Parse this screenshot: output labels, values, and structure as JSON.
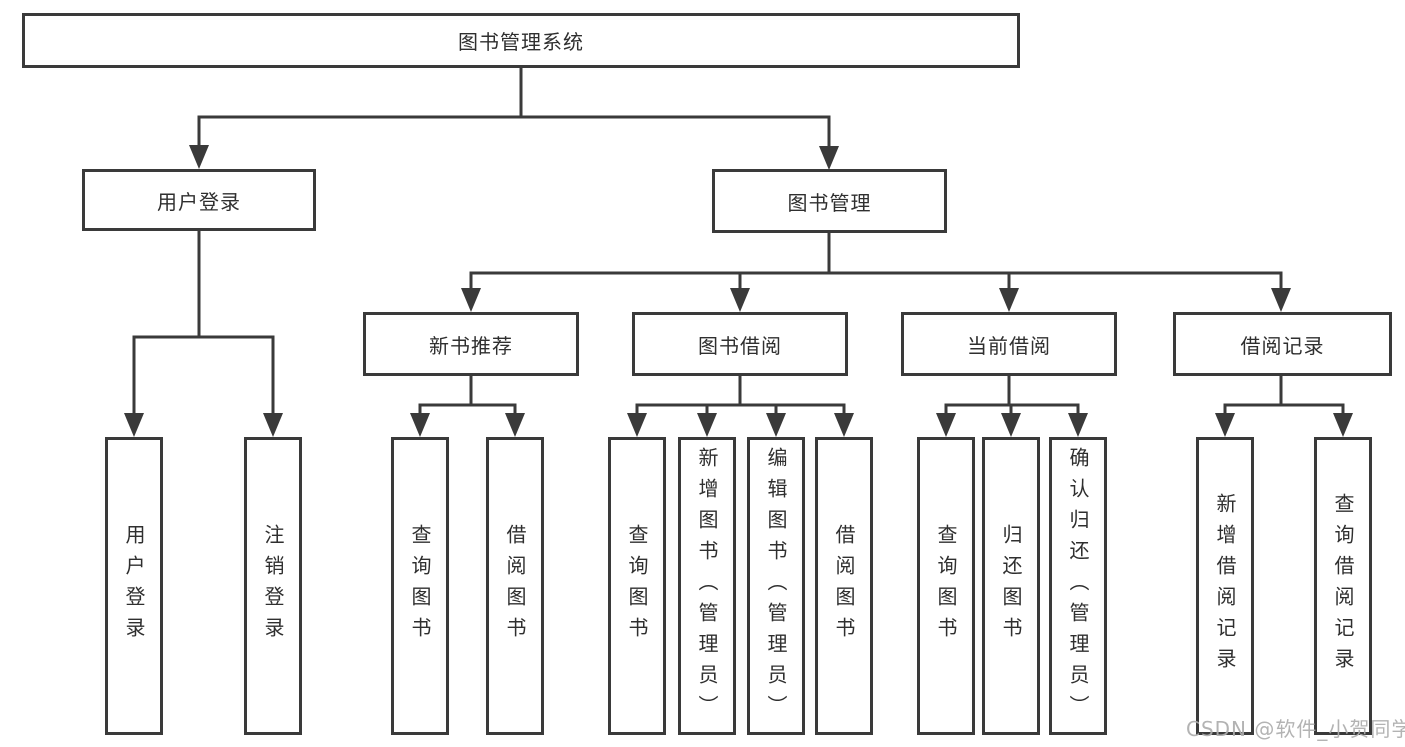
{
  "tree": {
    "root": {
      "label": "图书管理系统",
      "children": [
        {
          "label": "用户登录",
          "children": [
            {
              "label": "用户登录"
            },
            {
              "label": "注销登录"
            }
          ]
        },
        {
          "label": "图书管理",
          "children": [
            {
              "label": "新书推荐",
              "children": [
                {
                  "label": "查询图书"
                },
                {
                  "label": "借阅图书"
                }
              ]
            },
            {
              "label": "图书借阅",
              "children": [
                {
                  "label": "查询图书"
                },
                {
                  "label": "新增图书（管理员）"
                },
                {
                  "label": "编辑图书（管理员）"
                },
                {
                  "label": "借阅图书"
                }
              ]
            },
            {
              "label": "当前借阅",
              "children": [
                {
                  "label": "查询图书"
                },
                {
                  "label": "归还图书"
                },
                {
                  "label": "确认归还（管理员）"
                }
              ]
            },
            {
              "label": "借阅记录",
              "children": [
                {
                  "label": "新增借阅记录"
                },
                {
                  "label": "查询借阅记录"
                }
              ]
            }
          ]
        }
      ]
    }
  },
  "watermark": {
    "text": "CSDN @软件_小贺同学"
  },
  "colors": {
    "line": "#3a3a3a",
    "box_border": "#3a3a3a",
    "text": "#2f2f2f",
    "watermark": "#acacac",
    "background": "#ffffff"
  }
}
